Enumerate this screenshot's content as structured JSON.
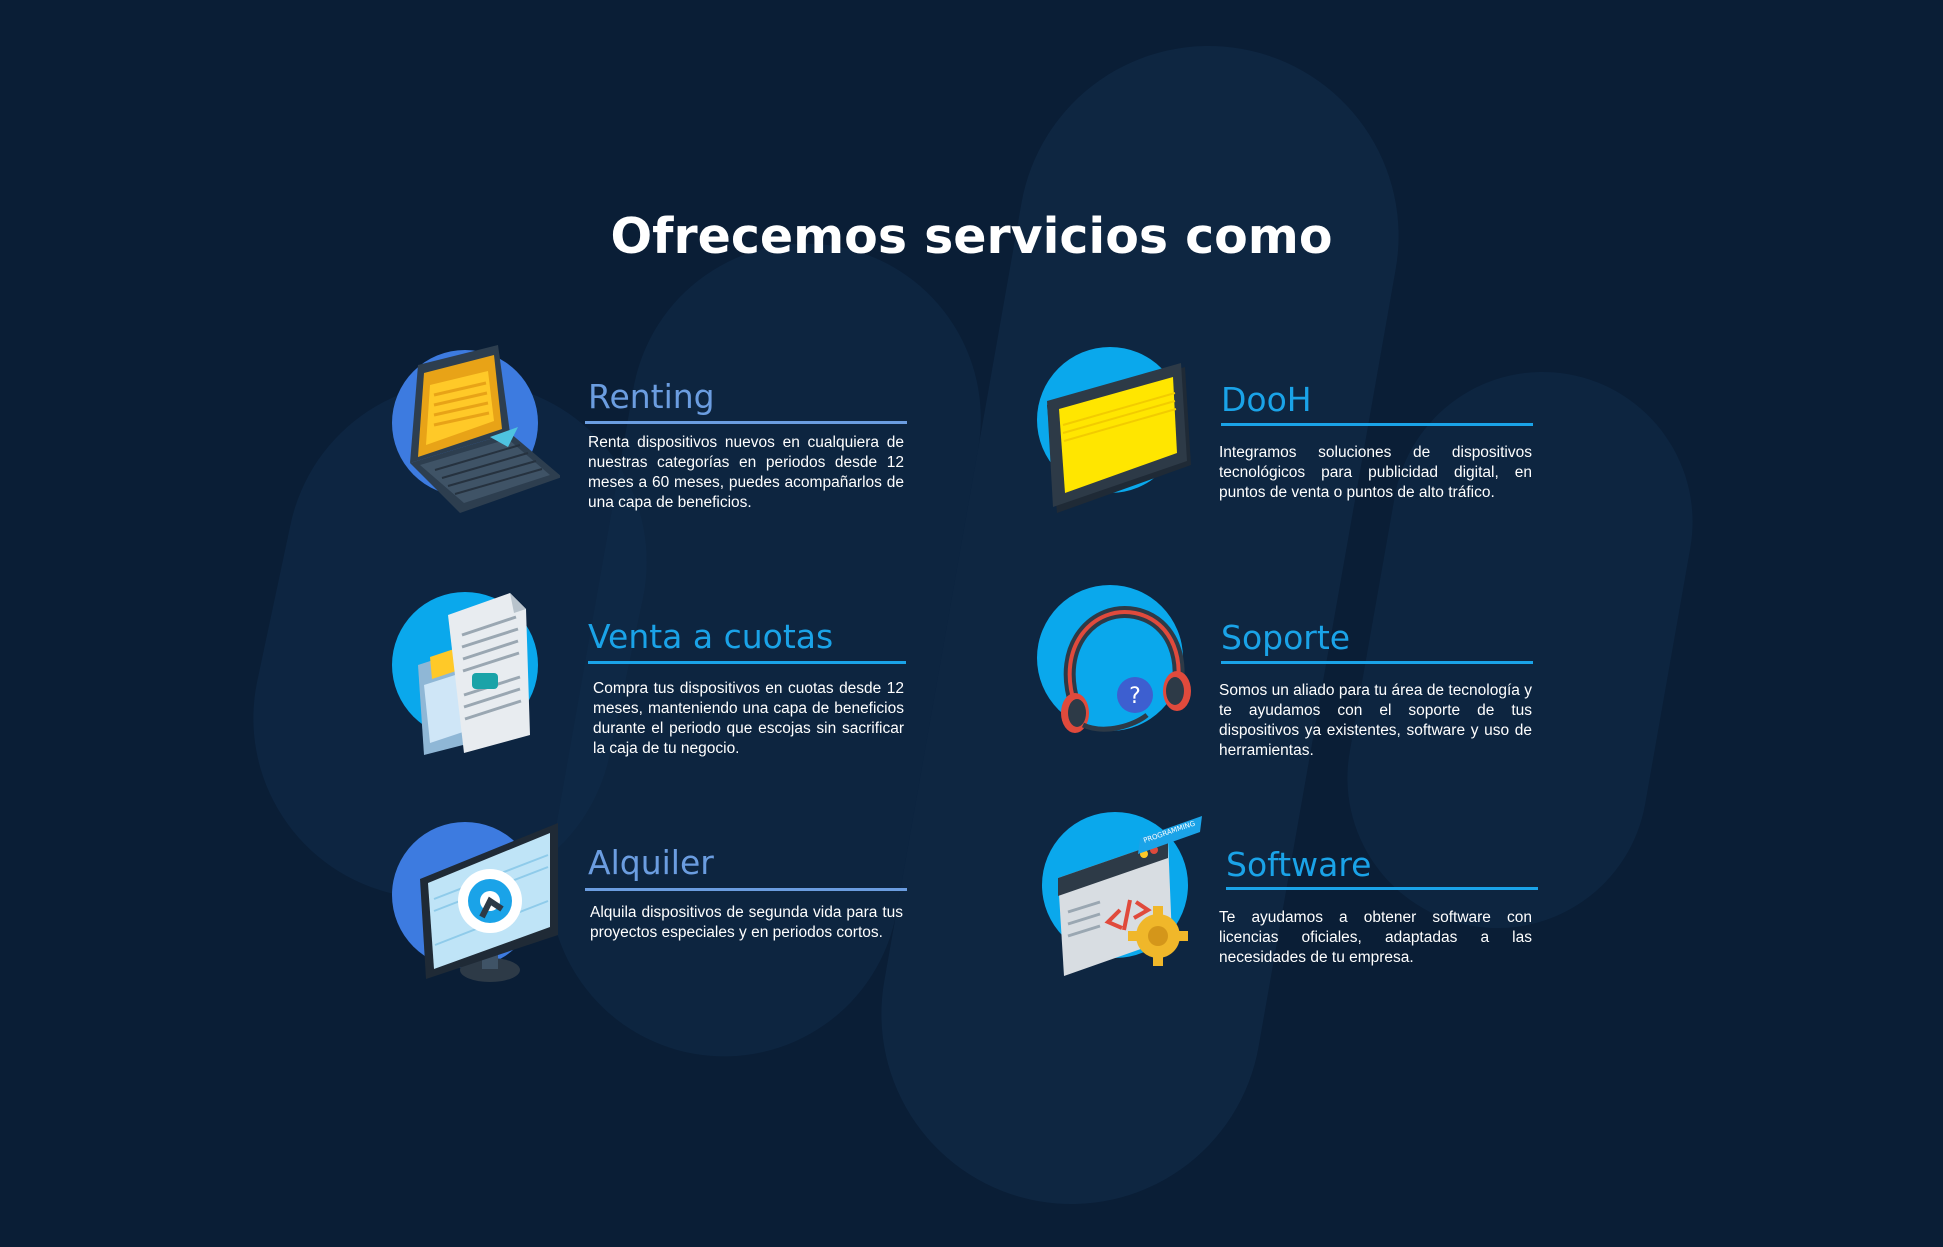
{
  "heading": "Ofrecemos servicios como",
  "colors": {
    "background": "#0a1e36",
    "title_blue_muted": "#6b9de0",
    "title_blue_bright": "#1aa3e8",
    "circle_blue": "#3d7be0",
    "circle_cyan": "#0aa8ec",
    "yellow": "#ffe600"
  },
  "services": [
    {
      "title": "Renting",
      "icon": "laptop-folder-icon",
      "description": "Renta dispositivos nuevos en cualquiera de nuestras categorías en periodos desde 12 meses a 60 meses, puedes acompañarlos de una capa de beneficios."
    },
    {
      "title": "DooH",
      "icon": "tablet-screen-icon",
      "description": "Integramos soluciones de dispositivos tecnológicos para publicidad digital, en puntos de venta o puntos de alto tráfico."
    },
    {
      "title": "Venta a cuotas",
      "icon": "documents-icon",
      "description": "Compra tus dispositivos en cuotas desde 12 meses, manteniendo una capa de beneficios durante el periodo que escojas sin sacrificar la caja de tu negocio."
    },
    {
      "title": "Soporte",
      "icon": "headset-help-icon",
      "description": "Somos un aliado para tu área de tecnología y te ayudamos con el soporte de tus dispositivos ya existentes, software y uso de herramientas."
    },
    {
      "title": "Alquiler",
      "icon": "monitor-target-icon",
      "description": "Alquila dispositivos de segunda vida para tus proyectos especiales y en periodos cortos."
    },
    {
      "title": "Software",
      "icon": "code-window-gear-icon",
      "banner": "PROGRAMMING",
      "description": "Te ayudamos a obtener software con licencias oficiales, adaptadas a las necesidades de tu empresa."
    }
  ]
}
